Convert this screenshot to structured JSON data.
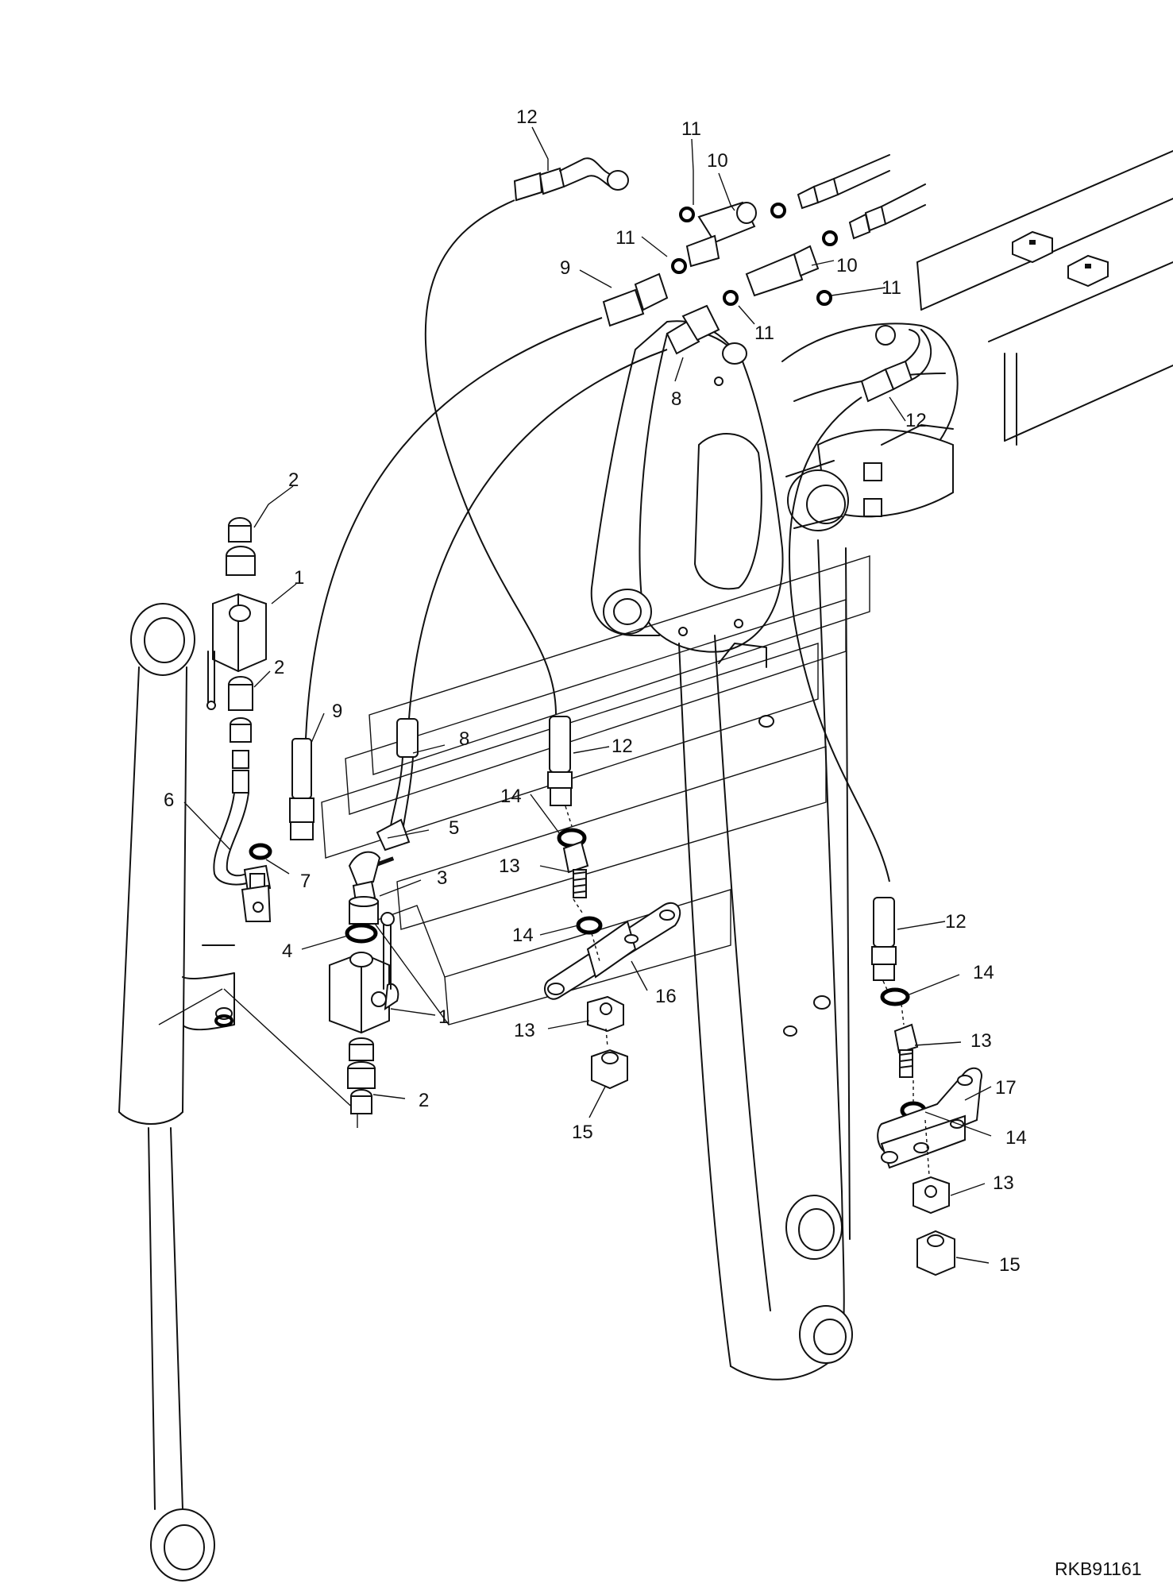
{
  "drawing_code": "RKB91161",
  "callouts": {
    "c1a": "1",
    "c1b": "1",
    "c2a": "2",
    "c2b": "2",
    "c2c": "2",
    "c3": "3",
    "c4": "4",
    "c5": "5",
    "c6": "6",
    "c7": "7",
    "c8a": "8",
    "c8b": "8",
    "c9a": "9",
    "c9b": "9",
    "c10a": "10",
    "c10b": "10",
    "c11a": "11",
    "c11b": "11",
    "c11c": "11",
    "c11d": "11",
    "c12a": "12",
    "c12b": "12",
    "c12c": "12",
    "c12d": "12",
    "c13a": "13",
    "c13b": "13",
    "c13c": "13",
    "c13d": "13",
    "c14a": "14",
    "c14b": "14",
    "c14c": "14",
    "c14d": "14",
    "c15a": "15",
    "c15b": "15",
    "c16": "16",
    "c17": "17"
  }
}
